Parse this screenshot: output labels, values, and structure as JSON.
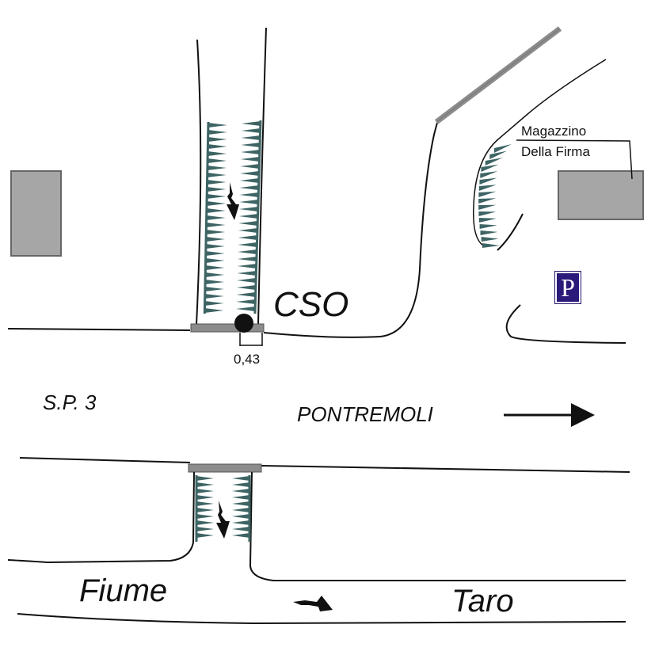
{
  "labels": {
    "cso": "CSO",
    "dimension": "0,43",
    "road": "S.P. 3",
    "direction": "PONTREMOLI",
    "building_line1": "Magazzino",
    "building_line2": "Della Firma",
    "river_word1": "Fiume",
    "river_word2": "Taro",
    "parking": "P"
  },
  "colors": {
    "line": "#111111",
    "structure_gray": "#8c8c8c",
    "building_fill": "#a6a6a6",
    "building_stroke": "#666666",
    "vegetation": "#3e6464",
    "parking_bg": "#2b1a7a"
  },
  "icons": {
    "flow_arrow": "curved-flow-arrow",
    "direction_arrow": "right-arrow",
    "parking": "parking-sign",
    "outfall_point": "black-dot"
  }
}
